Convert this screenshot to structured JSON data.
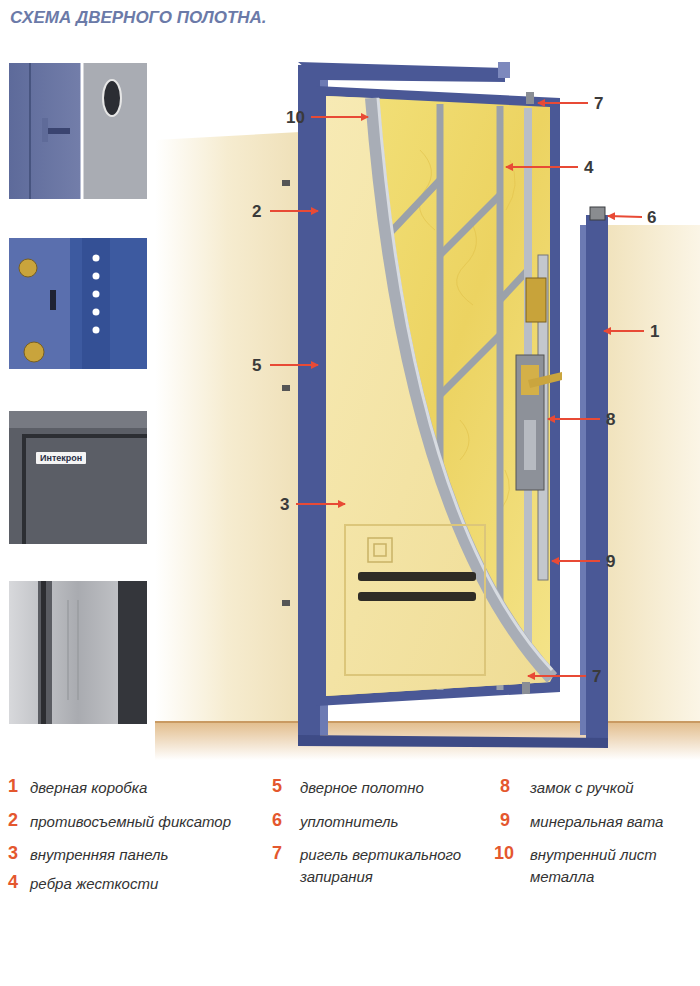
{
  "diagram": {
    "title": "СХЕМА ДВЕРНОГО ПОЛОТНА.",
    "labels": [
      "10",
      "7",
      "4",
      "2",
      "6",
      "1",
      "5",
      "8",
      "3",
      "9",
      "7",
      "1",
      "дверная коробка",
      "2",
      "противосъемный фиксатор",
      "3",
      "внутренняя панель",
      "4",
      "ребра жесткости",
      "5",
      "дверное полотно",
      "6",
      "уплотнитель",
      "7",
      "ригель вертикального запирания",
      "8",
      "замок с ручкой",
      "9",
      "минеральная вата",
      "10",
      "внутренний лист металла",
      "Интекрон"
    ]
  }
}
